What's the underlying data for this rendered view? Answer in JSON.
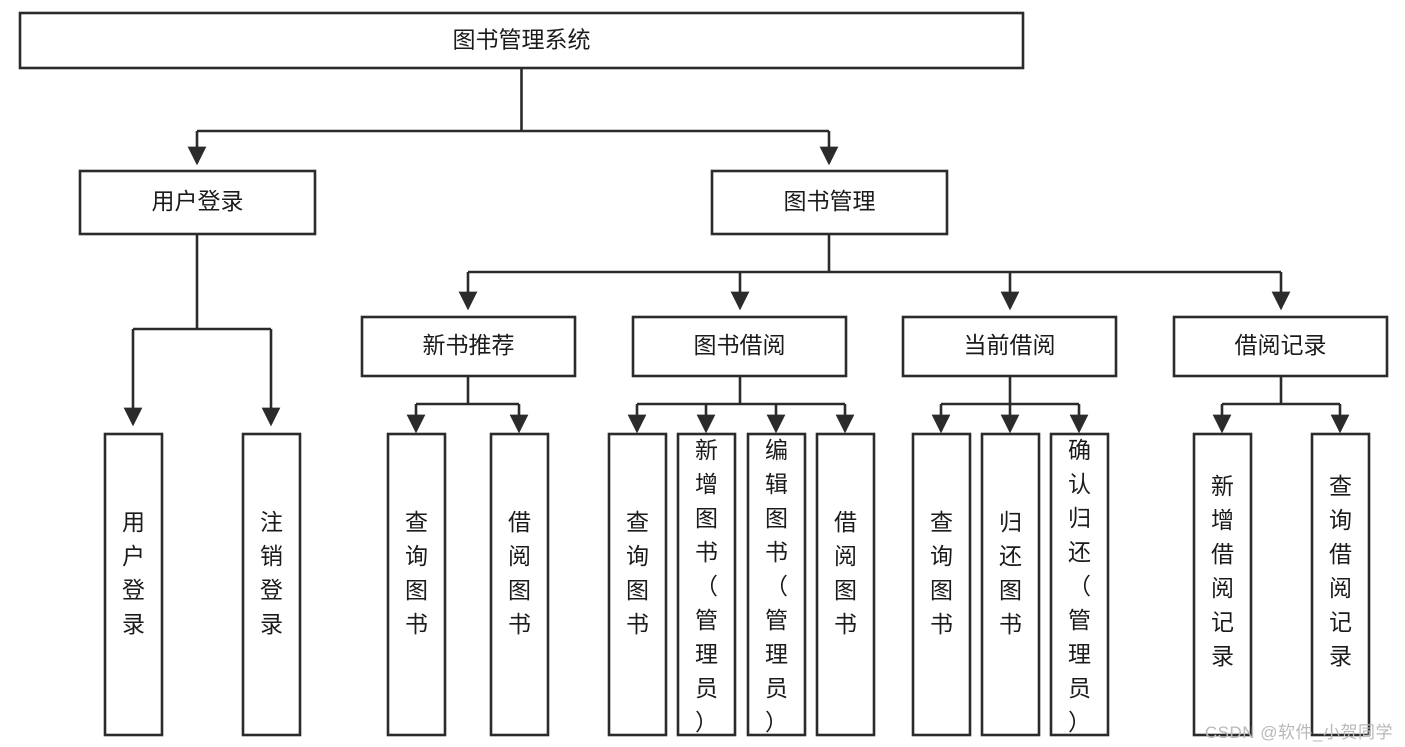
{
  "diagram": {
    "title": "图书管理系统",
    "type": "tree-hierarchy",
    "colors": {
      "stroke": "#2b2b2b",
      "fill": "#ffffff",
      "text": "#1b1b1b",
      "background": "#ffffff",
      "watermark": "#b9b9b9"
    }
  },
  "watermark": {
    "text": "CSDN @软件_小贺同学"
  },
  "nodes": {
    "root": {
      "label": "图书管理系统"
    },
    "level2": [
      {
        "id": "user-login",
        "label": "用户登录"
      },
      {
        "id": "book-manage",
        "label": "图书管理"
      }
    ],
    "level3": [
      {
        "id": "new-book-recommend",
        "label": "新书推荐"
      },
      {
        "id": "book-borrow",
        "label": "图书借阅"
      },
      {
        "id": "current-borrow",
        "label": "当前借阅"
      },
      {
        "id": "borrow-record",
        "label": "借阅记录"
      }
    ],
    "leaves": [
      {
        "id": "leaf-user-login",
        "label": "用户登录",
        "parent": "user-login"
      },
      {
        "id": "leaf-logout",
        "label": "注销登录",
        "parent": "user-login"
      },
      {
        "id": "leaf-query-book-1",
        "label": "查询图书",
        "parent": "new-book-recommend"
      },
      {
        "id": "leaf-borrow-book-1",
        "label": "借阅图书",
        "parent": "new-book-recommend"
      },
      {
        "id": "leaf-query-book-2",
        "label": "查询图书",
        "parent": "book-borrow"
      },
      {
        "id": "leaf-add-book",
        "label": "新增图书（管理员）",
        "parent": "book-borrow"
      },
      {
        "id": "leaf-edit-book",
        "label": "编辑图书（管理员）",
        "parent": "book-borrow"
      },
      {
        "id": "leaf-borrow-book-2",
        "label": "借阅图书",
        "parent": "book-borrow"
      },
      {
        "id": "leaf-query-book-3",
        "label": "查询图书",
        "parent": "current-borrow"
      },
      {
        "id": "leaf-return-book",
        "label": "归还图书",
        "parent": "current-borrow"
      },
      {
        "id": "leaf-confirm-return",
        "label": "确认归还（管理员）",
        "parent": "current-borrow"
      },
      {
        "id": "leaf-add-record",
        "label": "新增借阅记录",
        "parent": "borrow-record"
      },
      {
        "id": "leaf-query-record",
        "label": "查询借阅记录",
        "parent": "borrow-record"
      }
    ]
  }
}
